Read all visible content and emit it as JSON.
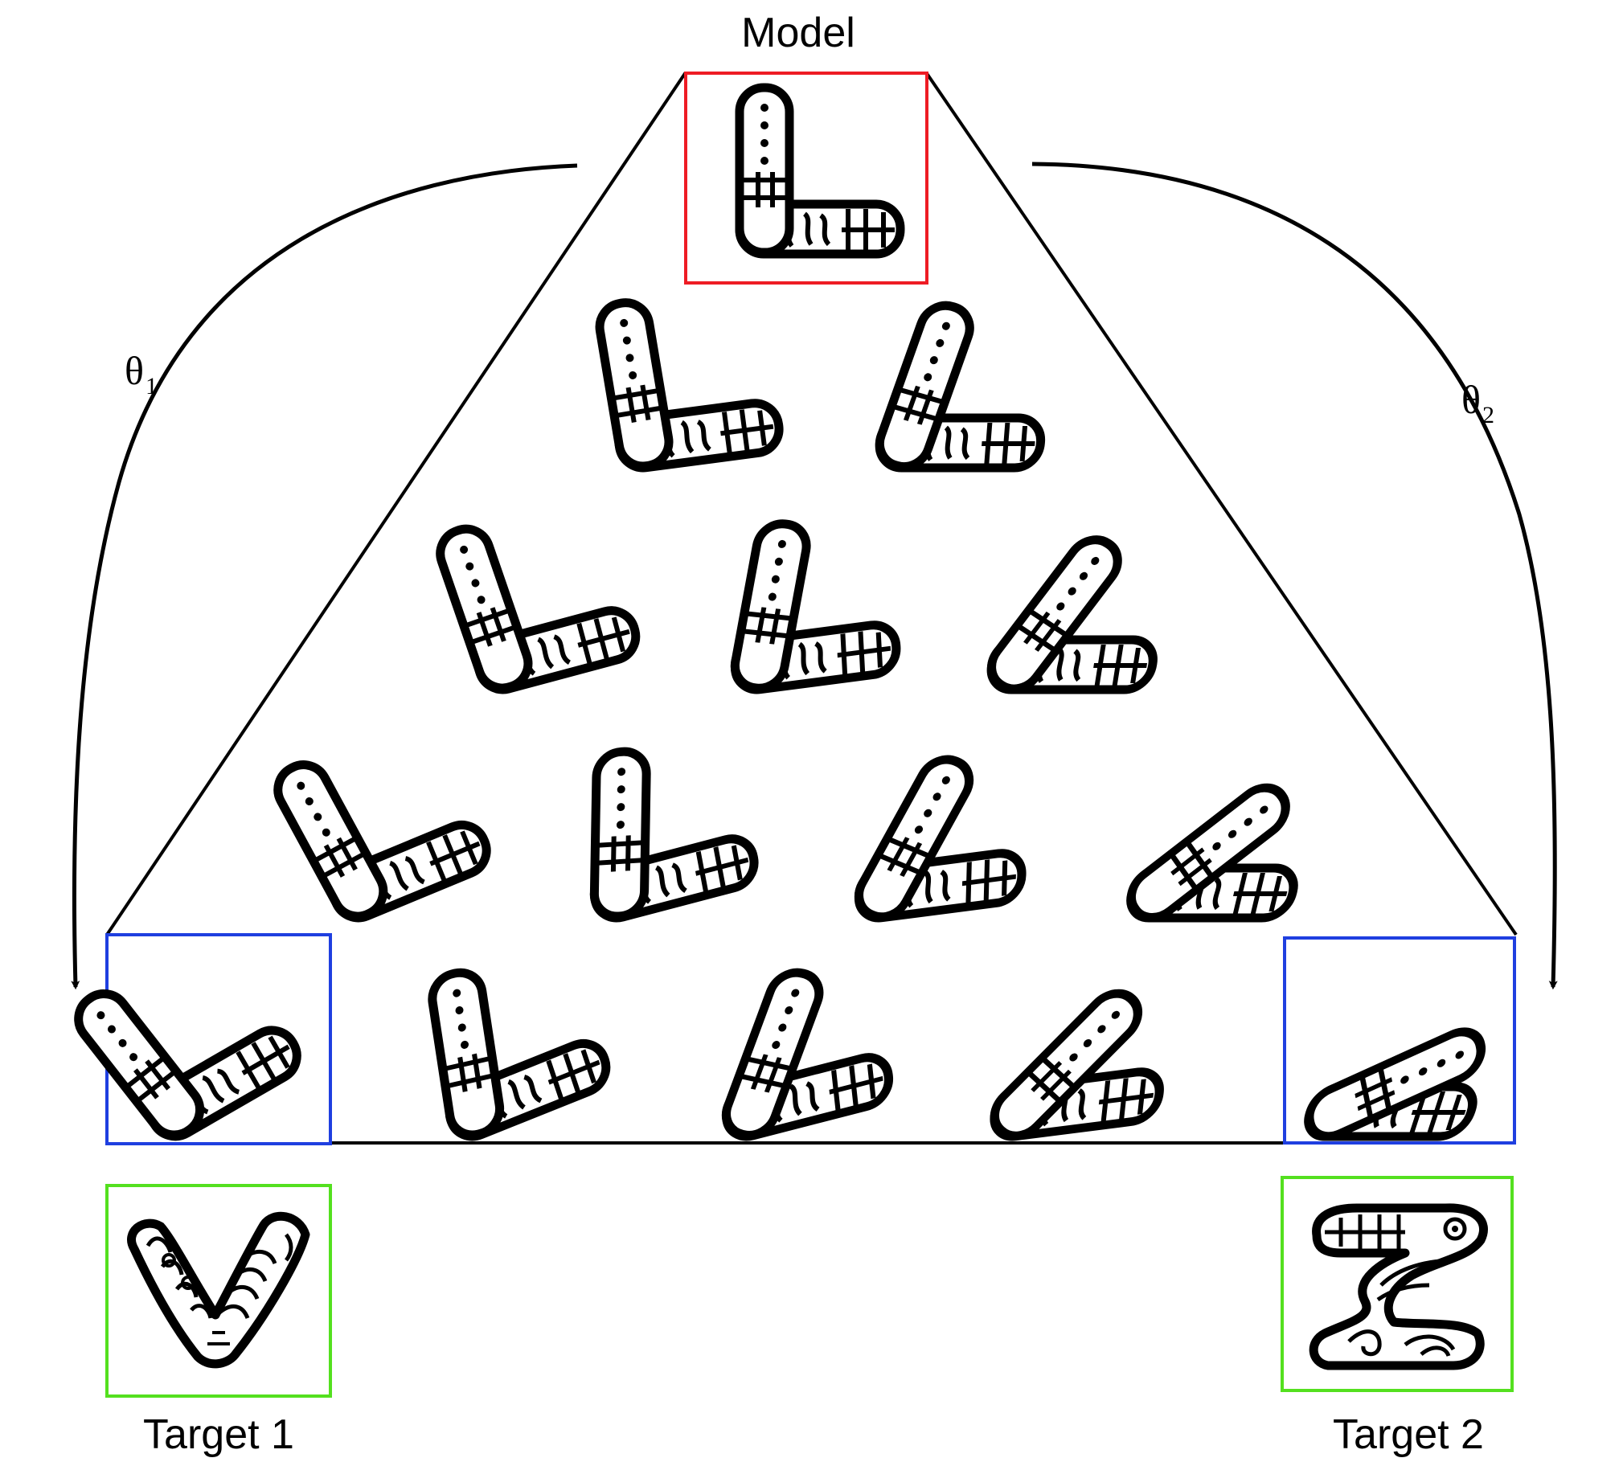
{
  "labels": {
    "model": "Model",
    "target1": "Target 1",
    "target2": "Target 2",
    "theta1_symbol": "θ",
    "theta1_sub": "1",
    "theta2_symbol": "θ",
    "theta2_sub": "2"
  },
  "colors": {
    "model_box": "#ee1c24",
    "interp_box": "#1f3fe0",
    "target_box": "#54e01f",
    "line": "#000000",
    "glyph_ink": "#000000"
  },
  "glyph_grid": {
    "rows": [
      [
        {
          "t1": 0.0,
          "t2": 0.0
        }
      ],
      [
        {
          "t1": 0.25,
          "t2": 0.0
        },
        {
          "t1": 0.0,
          "t2": 0.25
        }
      ],
      [
        {
          "t1": 0.5,
          "t2": 0.0
        },
        {
          "t1": 0.25,
          "t2": 0.25
        },
        {
          "t1": 0.0,
          "t2": 0.5
        }
      ],
      [
        {
          "t1": 0.75,
          "t2": 0.0
        },
        {
          "t1": 0.5,
          "t2": 0.25
        },
        {
          "t1": 0.25,
          "t2": 0.5
        },
        {
          "t1": 0.0,
          "t2": 0.75
        }
      ],
      [
        {
          "t1": 1.0,
          "t2": 0.0
        },
        {
          "t1": 0.75,
          "t2": 0.25
        },
        {
          "t1": 0.5,
          "t2": 0.5
        },
        {
          "t1": 0.25,
          "t2": 0.75
        },
        {
          "t1": 0.0,
          "t2": 1.0
        }
      ]
    ],
    "target_glyphs": [
      "V-glyph",
      "Z-glyph"
    ]
  }
}
